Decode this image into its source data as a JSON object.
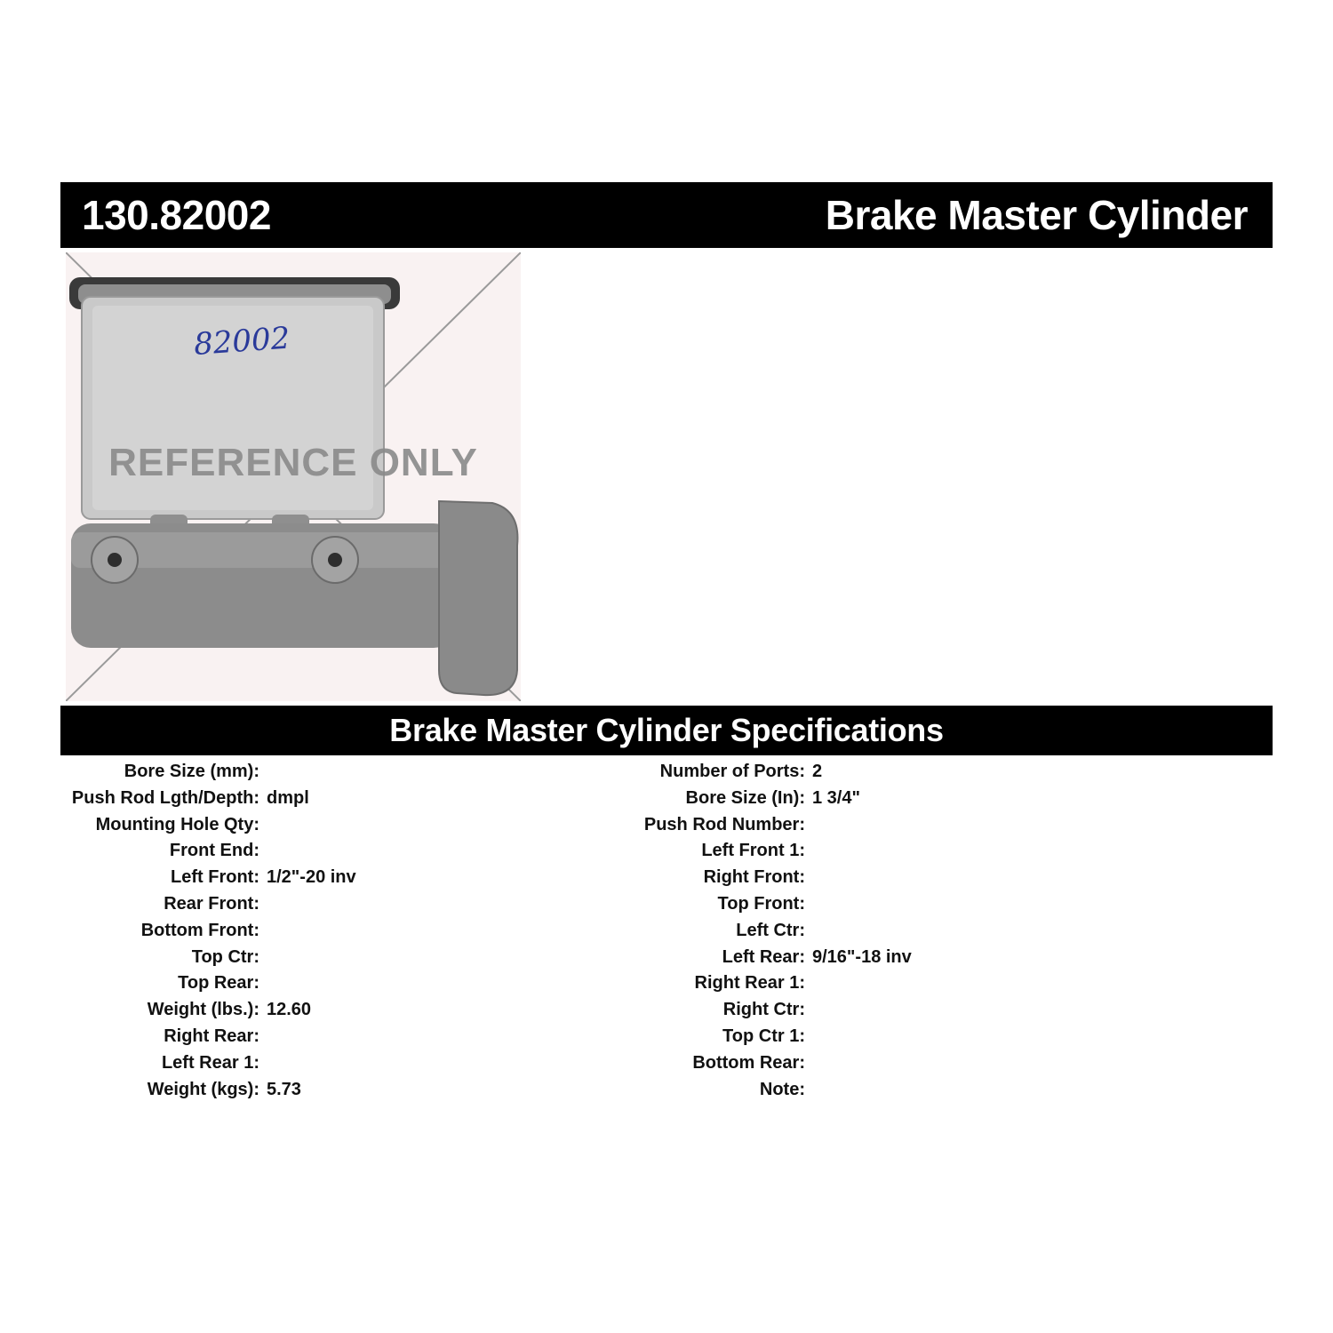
{
  "header": {
    "part_number": "130.82002",
    "product_title": "Brake Master Cylinder"
  },
  "photo": {
    "watermark": "REFERENCE ONLY",
    "handwritten_mark": "82002"
  },
  "specifications": {
    "title": "Brake Master Cylinder Specifications",
    "left": [
      {
        "label": "Bore Size (mm):",
        "value": ""
      },
      {
        "label": "Push Rod Lgth/Depth:",
        "value": "dmpl"
      },
      {
        "label": "Mounting Hole Qty:",
        "value": ""
      },
      {
        "label": "Front End:",
        "value": ""
      },
      {
        "label": "Left Front:",
        "value": "1/2\"-20 inv"
      },
      {
        "label": "Rear Front:",
        "value": ""
      },
      {
        "label": "Bottom Front:",
        "value": ""
      },
      {
        "label": "Top Ctr:",
        "value": ""
      },
      {
        "label": "Top Rear:",
        "value": ""
      },
      {
        "label": "Weight (lbs.):",
        "value": "12.60"
      },
      {
        "label": "Right Rear:",
        "value": ""
      },
      {
        "label": "Left Rear 1:",
        "value": ""
      },
      {
        "label": "Weight (kgs):",
        "value": "5.73"
      }
    ],
    "right": [
      {
        "label": "Number of Ports:",
        "value": "2"
      },
      {
        "label": "Bore Size (In):",
        "value": "1 3/4\""
      },
      {
        "label": "Push Rod Number:",
        "value": ""
      },
      {
        "label": "Left Front 1:",
        "value": ""
      },
      {
        "label": "Right Front:",
        "value": ""
      },
      {
        "label": "Top Front:",
        "value": ""
      },
      {
        "label": "Left Ctr:",
        "value": ""
      },
      {
        "label": "Left Rear:",
        "value": "9/16\"-18 inv"
      },
      {
        "label": "Right Rear 1:",
        "value": ""
      },
      {
        "label": "Right Ctr:",
        "value": ""
      },
      {
        "label": "Top Ctr 1:",
        "value": ""
      },
      {
        "label": "Bottom Rear:",
        "value": ""
      },
      {
        "label": "Note:",
        "value": ""
      }
    ]
  }
}
